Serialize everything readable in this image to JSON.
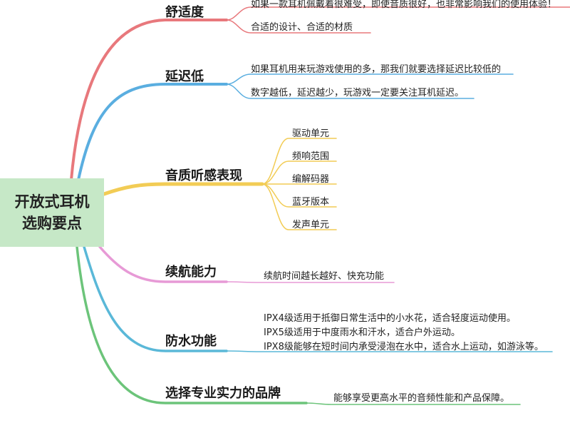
{
  "root": {
    "line1": "开放式耳机",
    "line2": "选购要点"
  },
  "branches": [
    {
      "title": "舒适度",
      "color": "#e8787c",
      "details": [
        "如果一款耳机佩戴着很难受，即使音质很好，也非常影响我们的使用体验！",
        "合适的设计、合适的材质"
      ]
    },
    {
      "title": "延迟低",
      "color": "#5aaee0",
      "details": [
        "如果耳机用来玩游戏使用的多，那我们就要选择延迟比较低的",
        "数字越低，延迟越少，玩游戏一定要关注耳机延迟。"
      ]
    },
    {
      "title": "音质听感表现",
      "color": "#f2cc55",
      "details": [
        "驱动单元",
        "频响范围",
        "编解码器",
        "蓝牙版本",
        "发声单元"
      ]
    },
    {
      "title": "续航能力",
      "color": "#e79ad6",
      "details": [
        "续航时间越长越好、快充功能"
      ]
    },
    {
      "title": "防水功能",
      "color": "#5ab8d8",
      "details": [
        "IPX4级适用于抵御日常生活中的小水花，适合轻度运动使用。",
        "IPX5级适用于中度雨水和汗水，适合户外运动。",
        "IPX8级能够在短时间内承受浸泡在水中，适合水上运动，如游泳等。"
      ]
    },
    {
      "title": "选择专业实力的品牌",
      "color": "#6cc47a",
      "details": [
        "能够享受更高水平的音频性能和产品保障。"
      ]
    }
  ]
}
